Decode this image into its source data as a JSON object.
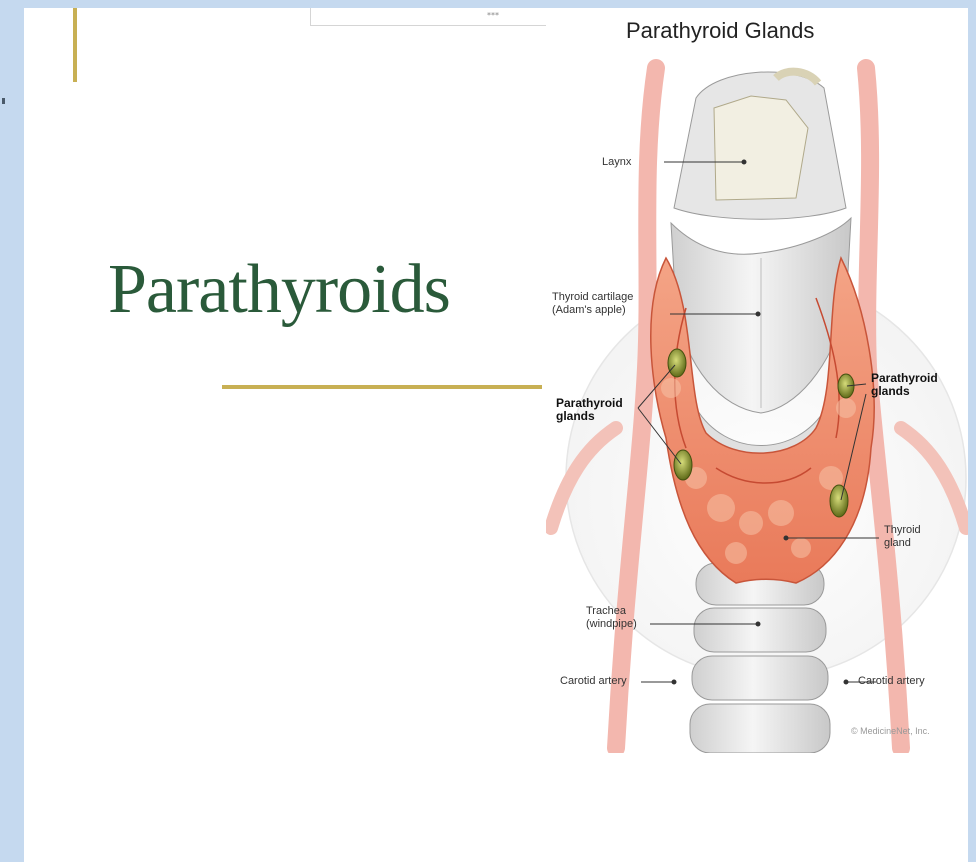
{
  "slide": {
    "title": "Parathyroids",
    "partial_panel_text": "***"
  },
  "illustration": {
    "title": "Parathyroid Glands",
    "labels": {
      "larynx": "Laynx",
      "thyroid_cartilage_1": "Thyroid cartilage",
      "thyroid_cartilage_2": "(Adam's apple)",
      "parathyroid_left_1": "Parathyroid",
      "parathyroid_left_2": "glands",
      "parathyroid_right_1": "Parathyroid",
      "parathyroid_right_2": "glands",
      "thyroid_gland_1": "Thyroid",
      "thyroid_gland_2": "gland",
      "trachea_1": "Trachea",
      "trachea_2": "(windpipe)",
      "carotid_left": "Carotid artery",
      "carotid_right": "Carotid artery"
    },
    "copyright": "© MedicineNet, Inc."
  },
  "colors": {
    "frame": "#c5d9ef",
    "accent_gold": "#c8b054",
    "title_green": "#2a5a3a",
    "thyroid_orange": "#f08a6a",
    "gland_green": "#9aa83a"
  }
}
